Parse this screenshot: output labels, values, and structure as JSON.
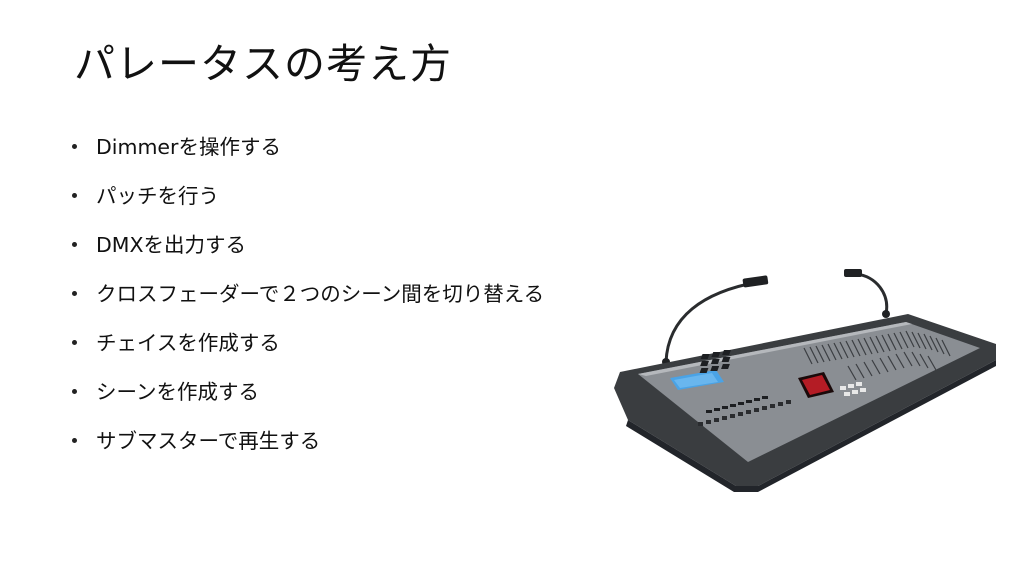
{
  "slide": {
    "title": "パレータスの考え方",
    "bullets": [
      "Dimmerを操作する",
      "パッチを行う",
      "DMXを出力する",
      "クロスフェーダーで２つのシーン間を切り替える",
      "チェイスを作成する",
      "シーンを作成する",
      "サブマスターで再生する"
    ]
  },
  "image": {
    "subject": "lighting-console-icon"
  },
  "colors": {
    "text": "#111111",
    "console_body": "#3a3d40",
    "console_panel": "#8a8e93",
    "console_screen": "#4aa3e6",
    "console_display_red": "#d0202a"
  }
}
